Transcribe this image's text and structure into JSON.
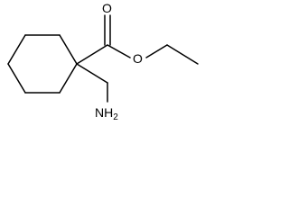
{
  "molecule": {
    "atoms": {
      "carbonyl_oxygen": "O",
      "ester_oxygen": "O",
      "amine_text": "NH",
      "amine_subscript": "2"
    }
  },
  "colors": {
    "bond": "#000000",
    "label": "#000000",
    "background": "#ffffff"
  }
}
